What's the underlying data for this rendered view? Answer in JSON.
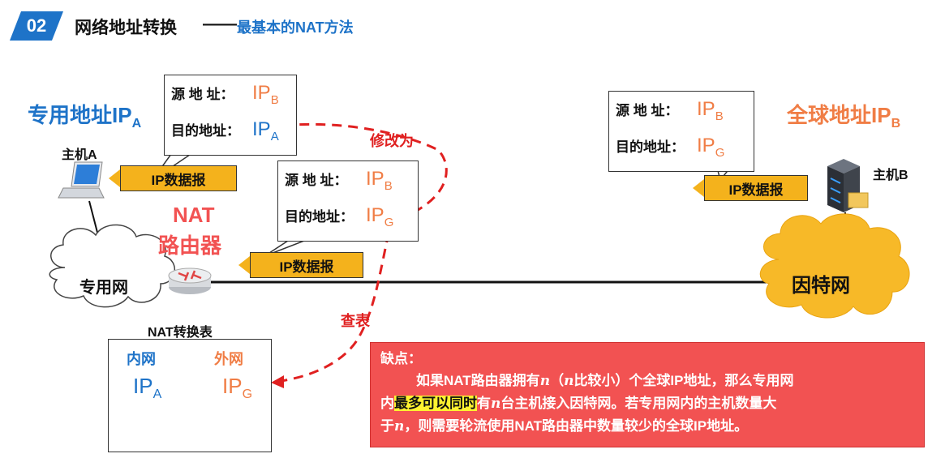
{
  "header": {
    "badge": "02",
    "title": "网络地址转换",
    "dash": "——",
    "subtitle": "最基本的NAT方法"
  },
  "left": {
    "private_addr_label": "专用地址IP",
    "private_addr_sub": "A",
    "host_label": "主机A",
    "nat_router_line1": "NAT",
    "nat_router_line2": "路由器",
    "private_net": "专用网"
  },
  "right": {
    "global_addr_label": "全球地址IP",
    "global_addr_sub": "B",
    "host_label": "主机B",
    "internet": "因特网"
  },
  "boxes": {
    "src_label": "源 地 址：",
    "dst_label": "目的地址：",
    "box_left": {
      "src_ip": "IP",
      "src_sub": "B",
      "dst_ip": "IP",
      "dst_sub": "A"
    },
    "box_mid": {
      "src_ip": "IP",
      "src_sub": "B",
      "dst_ip": "IP",
      "dst_sub": "G"
    },
    "box_right": {
      "src_ip": "IP",
      "src_sub": "B",
      "dst_ip": "IP",
      "dst_sub": "G"
    }
  },
  "packets": {
    "label": "IP数据报"
  },
  "annotations": {
    "modify": "修改为",
    "lookup": "查表"
  },
  "nat_table": {
    "title": "NAT转换表",
    "col_inner": "内网",
    "col_outer": "外网",
    "inner_ip": "IP",
    "inner_sub": "A",
    "outer_ip": "IP",
    "outer_sub": "G"
  },
  "drawback": {
    "heading": "缺点：",
    "p1": "如果NAT路由器拥有",
    "n1": "n",
    "p2": "（",
    "n2": "n",
    "p3": "比较小）个全球IP地址，那么专用网",
    "p4": "内",
    "highlight": "最多可以同时",
    "p5": "有",
    "n3": "n",
    "p6": "台主机接入因特网。若专用网内的主机数量大",
    "p7": "于",
    "n4": "n",
    "p8": "，则需要轮流使用NAT路由器中数量较少的全球IP地址。"
  },
  "colors": {
    "blue": "#1e73c8",
    "orange": "#f07d45",
    "red": "#e04545",
    "packet": "#f4b21c",
    "cloud": "#f7b928",
    "drawback_bg": "#f25252"
  }
}
